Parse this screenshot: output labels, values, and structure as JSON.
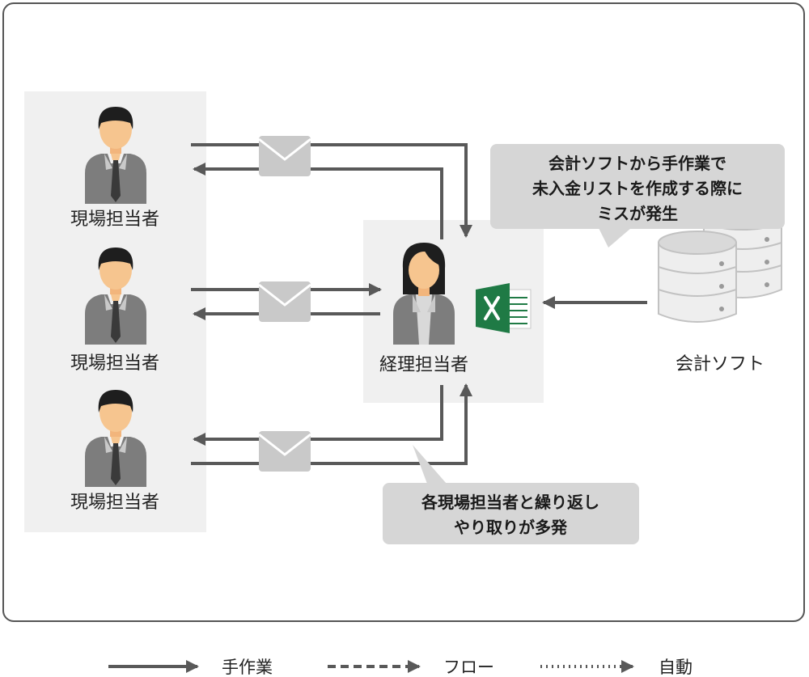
{
  "field_staff": {
    "label_1": "現場担当者",
    "label_2": "現場担当者",
    "label_3": "現場担当者"
  },
  "accounting_staff": {
    "label": "経理担当者"
  },
  "software": {
    "label": "会計ソフト"
  },
  "callouts": {
    "error": {
      "line1": "会計ソフトから手作業で",
      "line2": "未入金リストを作成する際に",
      "line3": "ミスが発生"
    },
    "exchange": {
      "line1": "各現場担当者と繰り返し",
      "line2": "やり取りが多発"
    }
  },
  "legend": {
    "manual": "手作業",
    "flow": "フロー",
    "auto": "自動"
  },
  "icons": {
    "person": "person-icon",
    "envelope": "envelope-icon",
    "excel": "excel-icon",
    "database": "database-icon"
  },
  "colors": {
    "panel": "#f0f0f0",
    "callout": "#d6d6d6",
    "arrow": "#595959",
    "excel_green": "#1f7a45",
    "skin": "#f6c58f",
    "suit": "#808080"
  }
}
